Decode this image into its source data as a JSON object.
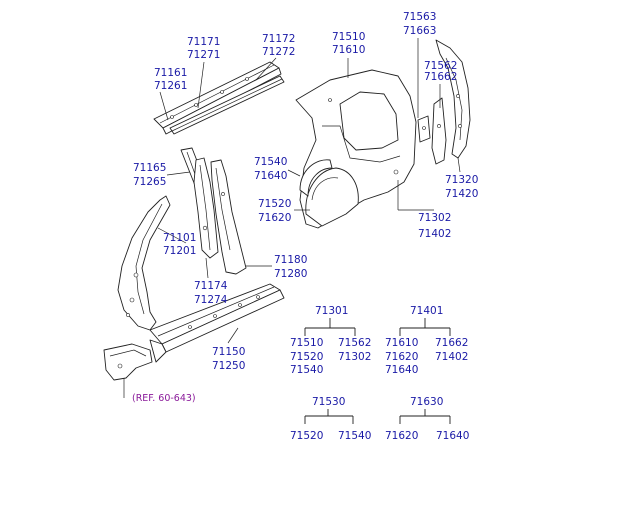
{
  "labels": {
    "l71171": "71171",
    "l71271": "71271",
    "l71172": "71172",
    "l71272": "71272",
    "l71161": "71161",
    "l71261": "71261",
    "l71510": "71510",
    "l71610": "71610",
    "l71563": "71563",
    "l71663": "71663",
    "l71562": "71562",
    "l71662": "71662",
    "l71165": "71165",
    "l71265": "71265",
    "l71540": "71540",
    "l71640": "71640",
    "l71320": "71320",
    "l71420": "71420",
    "l71520": "71520",
    "l71620": "71620",
    "l71302": "71302",
    "l71402": "71402",
    "l71101": "71101",
    "l71201": "71201",
    "l71180": "71180",
    "l71280": "71280",
    "l71174": "71174",
    "l71274": "71274",
    "l71150": "71150",
    "l71250": "71250",
    "ref": "(REF. 60-643)"
  },
  "trees": {
    "t71301": {
      "root": "71301",
      "left": [
        "71510",
        "71520",
        "71540"
      ],
      "right": [
        "71562",
        "71302"
      ]
    },
    "t71401": {
      "root": "71401",
      "left": [
        "71610",
        "71620",
        "71640"
      ],
      "right": [
        "71662",
        "71402"
      ]
    },
    "t71530": {
      "root": "71530",
      "left": [
        "71520"
      ],
      "right": [
        "71540"
      ]
    },
    "t71630": {
      "root": "71630",
      "left": [
        "71620"
      ],
      "right": [
        "71640"
      ]
    }
  }
}
